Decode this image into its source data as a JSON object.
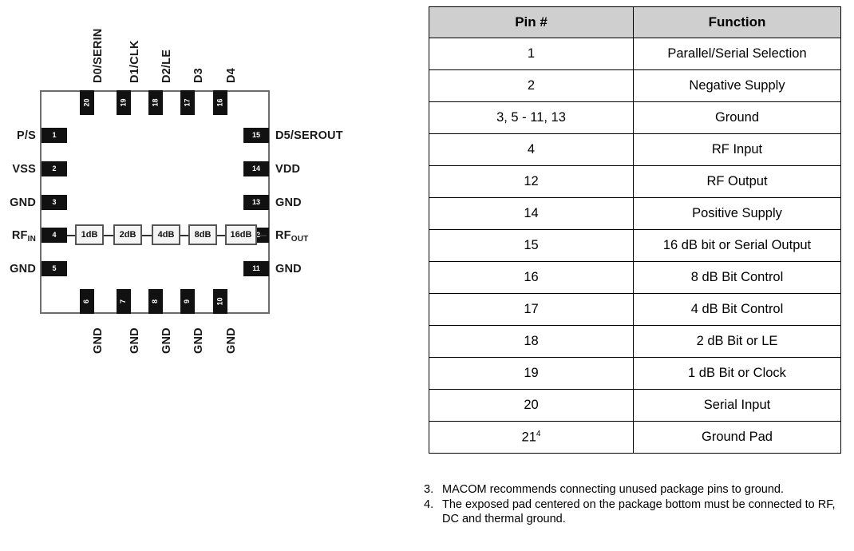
{
  "diagram": {
    "name": "package-pinout-diagram",
    "top_pins": [
      {
        "num": "20",
        "label": "D0/SERIN"
      },
      {
        "num": "19",
        "label": "D1/CLK"
      },
      {
        "num": "18",
        "label": "D2/LE"
      },
      {
        "num": "17",
        "label": "D3"
      },
      {
        "num": "16",
        "label": "D4"
      }
    ],
    "left_pins": [
      {
        "num": "1",
        "label": "P/S"
      },
      {
        "num": "2",
        "label": "VSS"
      },
      {
        "num": "3",
        "label": "GND"
      },
      {
        "num": "4",
        "label": "RF",
        "sub": "IN"
      },
      {
        "num": "5",
        "label": "GND"
      }
    ],
    "right_pins": [
      {
        "num": "15",
        "label": "D5/SEROUT"
      },
      {
        "num": "14",
        "label": "VDD"
      },
      {
        "num": "13",
        "label": "GND"
      },
      {
        "num": "12",
        "label": "RF",
        "sub": "OUT"
      },
      {
        "num": "11",
        "label": "GND"
      }
    ],
    "bottom_pins": [
      {
        "num": "6",
        "label": "GND"
      },
      {
        "num": "7",
        "label": "GND"
      },
      {
        "num": "8",
        "label": "GND"
      },
      {
        "num": "9",
        "label": "GND"
      },
      {
        "num": "10",
        "label": "GND"
      }
    ],
    "attenuator_blocks": [
      "1dB",
      "2dB",
      "4dB",
      "8dB",
      "16dB"
    ],
    "colors": {
      "pad_fill": "#111111",
      "pad_text": "#ffffff",
      "body_outline": "#6d6d6d",
      "block_outline": "#555555"
    }
  },
  "table": {
    "name": "pin-function-table",
    "headers": [
      "Pin #",
      "Function"
    ],
    "header_bg": "#cfcfcf",
    "rows": [
      {
        "pin": "1",
        "function": "Parallel/Serial Selection"
      },
      {
        "pin": "2",
        "function": "Negative Supply"
      },
      {
        "pin": "3, 5 - 11, 13",
        "function": "Ground"
      },
      {
        "pin": "4",
        "function": "RF Input"
      },
      {
        "pin": "12",
        "function": "RF Output"
      },
      {
        "pin": "14",
        "function": "Positive Supply"
      },
      {
        "pin": "15",
        "function": "16 dB bit or Serial Output"
      },
      {
        "pin": "16",
        "function": "8 dB Bit Control"
      },
      {
        "pin": "17",
        "function": "4 dB Bit Control"
      },
      {
        "pin": "18",
        "function": "2 dB Bit or LE"
      },
      {
        "pin": "19",
        "function": "1 dB Bit or Clock"
      },
      {
        "pin": "20",
        "function": "Serial Input"
      },
      {
        "pin": "21",
        "pin_sup": "4",
        "function": "Ground Pad"
      }
    ]
  },
  "footnotes": [
    {
      "num": "3.",
      "text": "MACOM recommends connecting unused package pins to ground."
    },
    {
      "num": "4.",
      "text": "The exposed pad centered on the package bottom must be connected to RF, DC and thermal ground."
    }
  ]
}
